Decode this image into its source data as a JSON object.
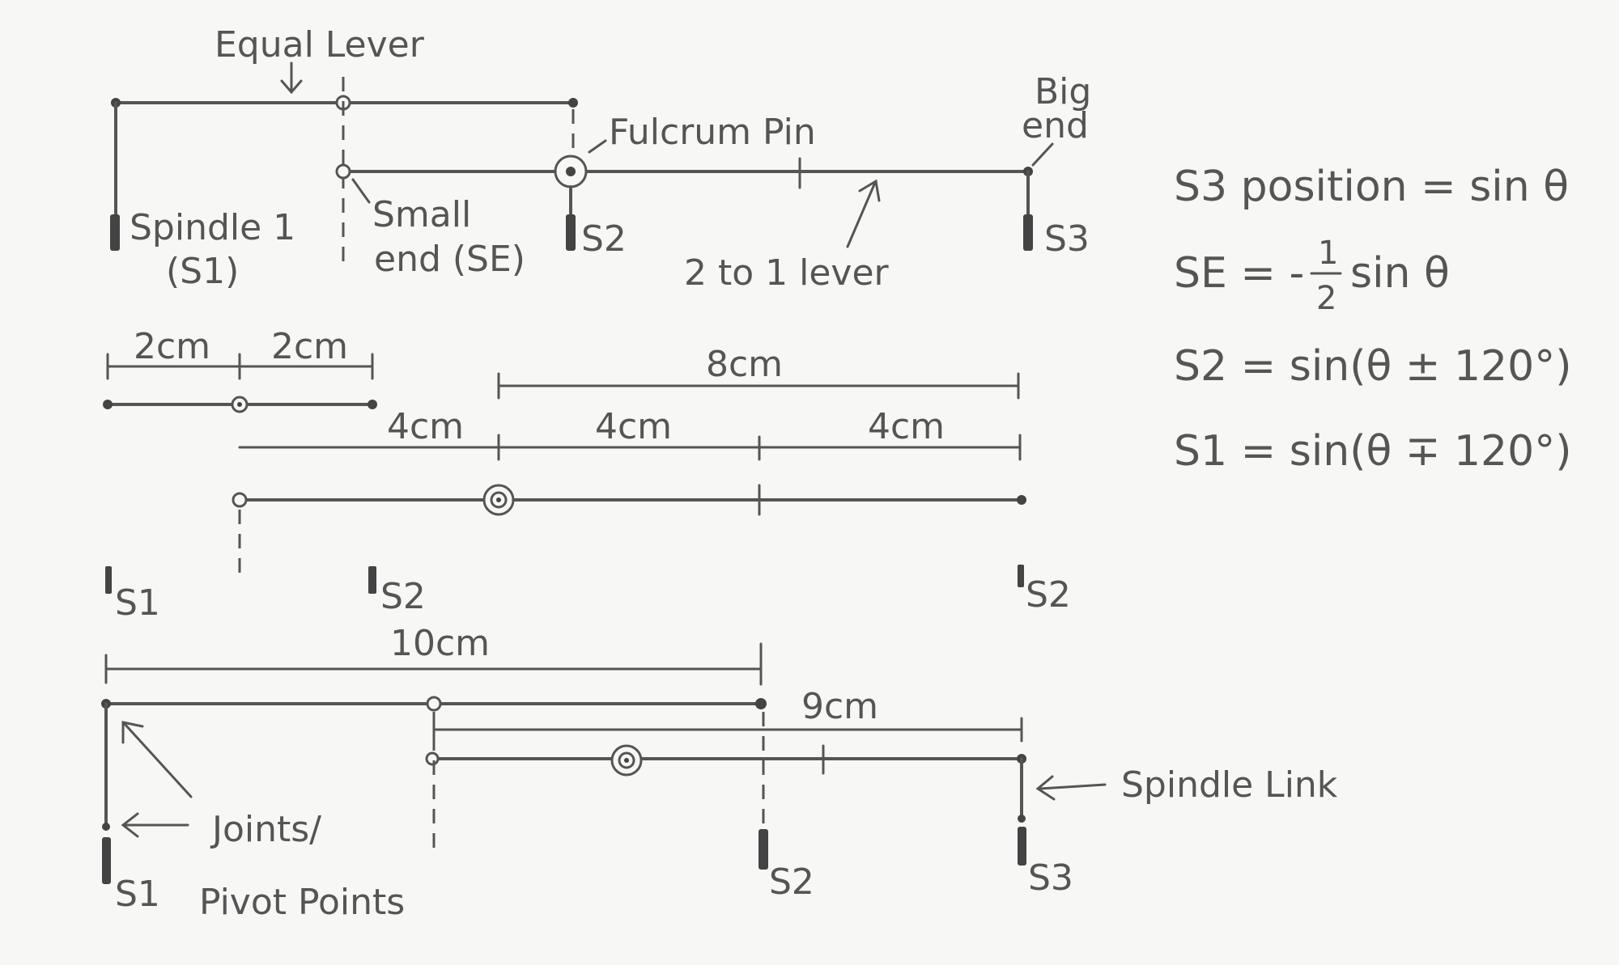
{
  "top": {
    "equal_lever": "Equal Lever",
    "fulcrum_pin": "Fulcrum Pin",
    "big": "Big",
    "end": "end",
    "spindle_1": "Spindle 1",
    "s1_paren": "(S1)",
    "small": "Small",
    "end_se": "end (SE)",
    "s2": "S2",
    "s3": "S3",
    "two_to_one_lever": "2 to 1 lever"
  },
  "equations": [
    "S3 position = sin θ",
    "SE = -",
    "sin θ",
    "S2 = sin(θ ± 120°)",
    "S1 = sin(θ ∓ 120°)"
  ],
  "fraction": {
    "num": "1",
    "den": "2"
  },
  "middle": {
    "dim_2cm_a": "2cm",
    "dim_2cm_b": "2cm",
    "dim_8cm": "8cm",
    "dim_4cm_a": "4cm",
    "dim_4cm_b": "4cm",
    "dim_4cm_c": "4cm",
    "s1": "S1",
    "s2_a": "S2",
    "s2_b": "S2"
  },
  "bottom": {
    "dim_10cm": "10cm",
    "dim_9cm": "9cm",
    "spindle_link": "Spindle Link",
    "joints": "Joints/",
    "pivot_points": "Pivot Points",
    "s1": "S1",
    "s2": "S2",
    "s3": "S3"
  }
}
